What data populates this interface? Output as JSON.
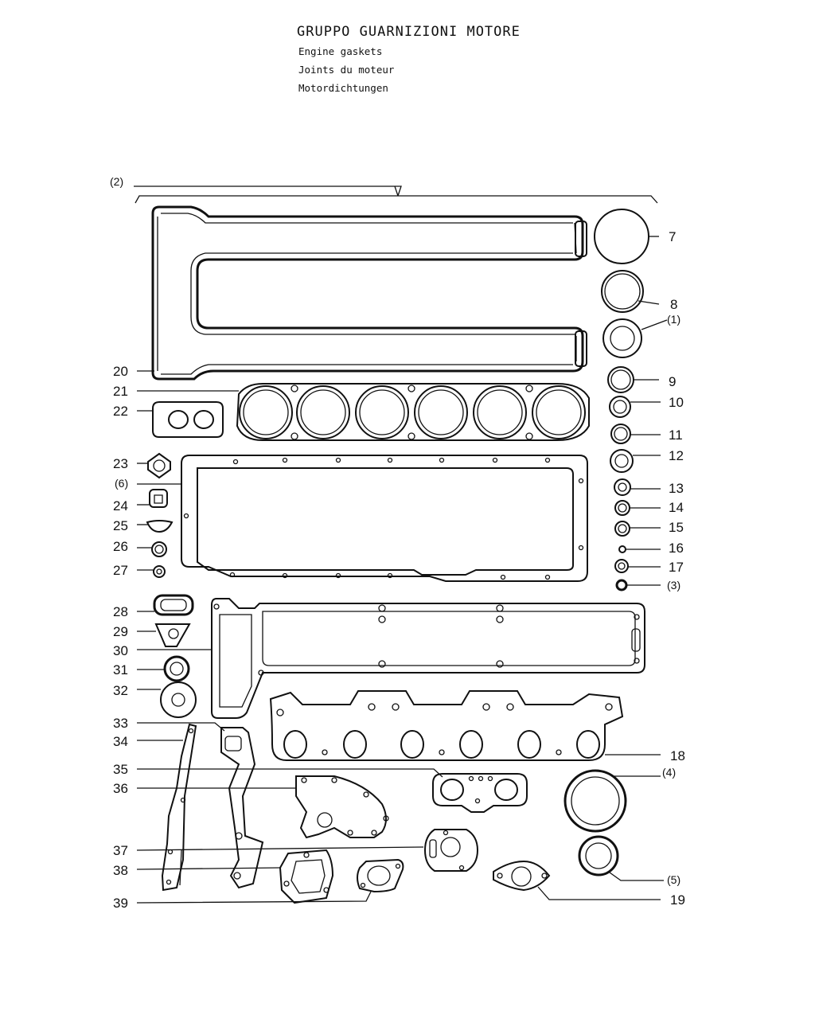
{
  "header": {
    "title": "GRUPPO GUARNIZIONI MOTORE",
    "subtitle_en": "Engine gaskets",
    "subtitle_fr": "Joints du moteur",
    "subtitle_de": "Motordichtungen"
  },
  "group_label": "(2)",
  "callouts": [
    {
      "id": "c7",
      "label": "7"
    },
    {
      "id": "c8",
      "label": "8"
    },
    {
      "id": "c1p",
      "label": "(1)"
    },
    {
      "id": "c9",
      "label": "9"
    },
    {
      "id": "c10",
      "label": "10"
    },
    {
      "id": "c11",
      "label": "11"
    },
    {
      "id": "c12",
      "label": "12"
    },
    {
      "id": "c13",
      "label": "13"
    },
    {
      "id": "c14",
      "label": "14"
    },
    {
      "id": "c15",
      "label": "15"
    },
    {
      "id": "c16",
      "label": "16"
    },
    {
      "id": "c17",
      "label": "17"
    },
    {
      "id": "c3p",
      "label": "(3)"
    },
    {
      "id": "c20",
      "label": "20"
    },
    {
      "id": "c21",
      "label": "21"
    },
    {
      "id": "c22",
      "label": "22"
    },
    {
      "id": "c23",
      "label": "23"
    },
    {
      "id": "c6p",
      "label": "(6)"
    },
    {
      "id": "c24",
      "label": "24"
    },
    {
      "id": "c25",
      "label": "25"
    },
    {
      "id": "c26",
      "label": "26"
    },
    {
      "id": "c27",
      "label": "27"
    },
    {
      "id": "c28",
      "label": "28"
    },
    {
      "id": "c29",
      "label": "29"
    },
    {
      "id": "c30",
      "label": "30"
    },
    {
      "id": "c31",
      "label": "31"
    },
    {
      "id": "c32",
      "label": "32"
    },
    {
      "id": "c33",
      "label": "33"
    },
    {
      "id": "c34",
      "label": "34"
    },
    {
      "id": "c35",
      "label": "35"
    },
    {
      "id": "c36",
      "label": "36"
    },
    {
      "id": "c37",
      "label": "37"
    },
    {
      "id": "c38",
      "label": "38"
    },
    {
      "id": "c39",
      "label": "39"
    },
    {
      "id": "c18",
      "label": "18"
    },
    {
      "id": "c4p",
      "label": "(4)"
    },
    {
      "id": "c5p",
      "label": "(5)"
    },
    {
      "id": "c19",
      "label": "19"
    }
  ]
}
